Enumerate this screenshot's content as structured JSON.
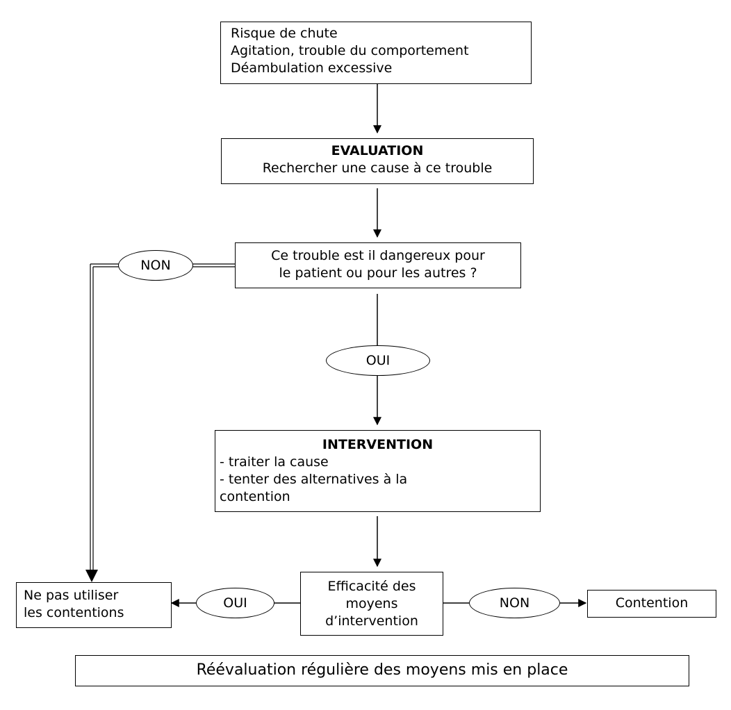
{
  "start": {
    "lines": [
      "Risque de chute",
      "Agitation, trouble du comportement",
      "Déambulation excessive"
    ]
  },
  "evaluation": {
    "title": "EVALUATION",
    "text": "Rechercher une cause à ce trouble"
  },
  "question": {
    "lines": [
      "Ce trouble est il dangereux pour",
      "le patient ou pour les autres ?"
    ]
  },
  "labels": {
    "non_top": "NON",
    "oui_mid": "OUI",
    "oui_bottom": "OUI",
    "non_bottom": "NON"
  },
  "intervention": {
    "title": "INTERVENTION",
    "lines": [
      "- traiter la cause",
      "- tenter des alternatives à la",
      "contention"
    ]
  },
  "efficacite": {
    "lines": [
      "Efficacité des",
      "moyens",
      "d’intervention"
    ]
  },
  "no_contention": {
    "lines": [
      "Ne pas utiliser",
      "les contentions"
    ]
  },
  "contention": {
    "text": "Contention"
  },
  "reevaluation": {
    "text": "Réévaluation régulière des moyens mis en place"
  }
}
